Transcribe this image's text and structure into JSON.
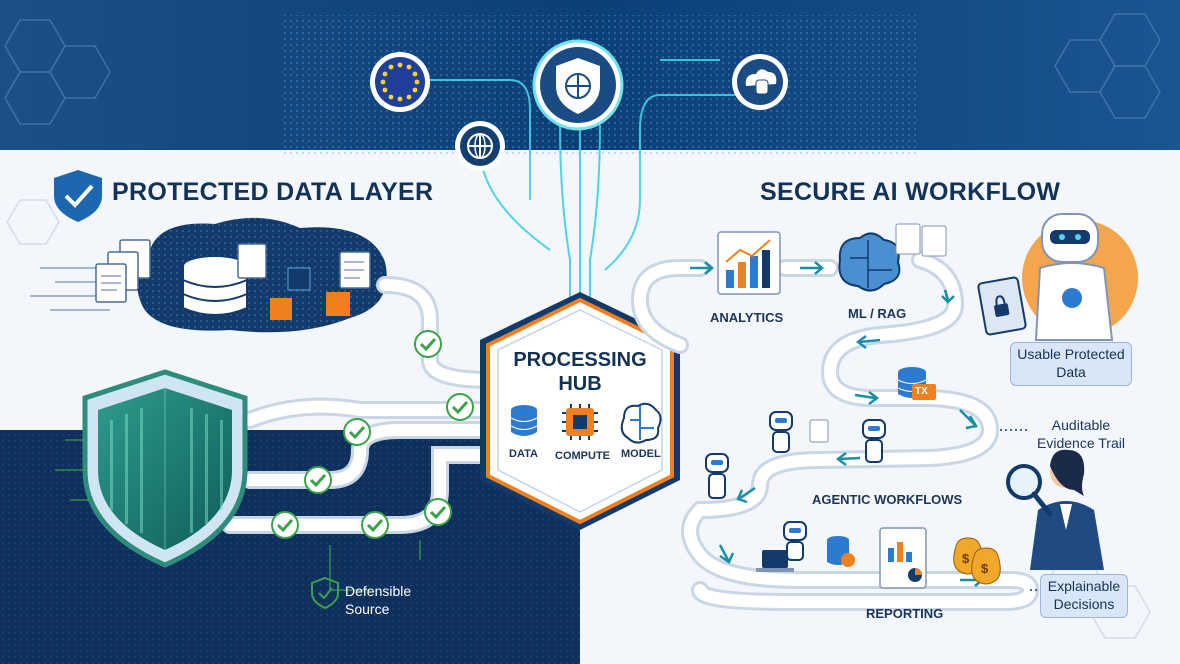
{
  "left_section": {
    "title": "PROTECTED DATA LAYER"
  },
  "right_section": {
    "title": "SECURE AI WORKFLOW"
  },
  "hub": {
    "title": "PROCESSING HUB",
    "items": [
      "DATA",
      "COMPUTE",
      "MODEL"
    ]
  },
  "defensible": {
    "label": "Defensible Source"
  },
  "workflow": {
    "analytics": "ANALYTICS",
    "ml_rag": "ML / RAG",
    "agentic": "AGENTIC WORKFLOWS",
    "reporting": "REPORTING",
    "tx_badge": "TX"
  },
  "callouts": {
    "usable": "Usable Protected Data",
    "auditable": "Auditable Evidence Trail",
    "explainable": "Explainable Decisions"
  },
  "colors": {
    "navy": "#0f3a6b",
    "accent_orange": "#f07f1e",
    "check_green": "#3aa24a",
    "teal": "#1a8fa3"
  },
  "icons": [
    "eu-flag-icon",
    "shield-globe-icon",
    "cloud-database-icon",
    "globe-icon",
    "shield-check-icon",
    "database-icon",
    "document-icon",
    "cube-icon",
    "shield-icon",
    "check-icon",
    "chip-icon",
    "brain-icon",
    "bar-chart-icon",
    "robot-icon",
    "laptop-icon",
    "money-bag-icon",
    "magnifier-icon",
    "tablet-lock-icon"
  ]
}
